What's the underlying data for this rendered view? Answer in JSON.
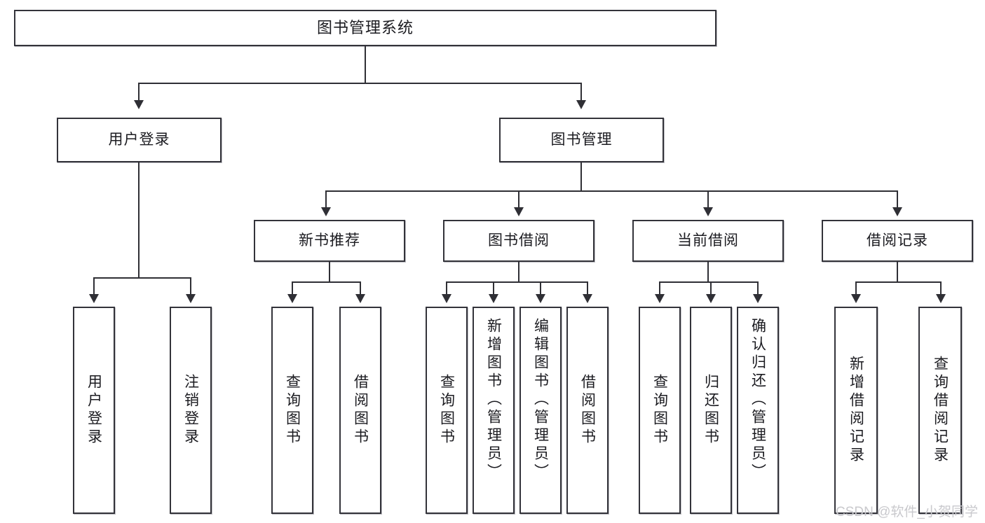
{
  "diagram": {
    "title": "图书管理系统",
    "type": "hierarchy-tree",
    "root": {
      "label": "图书管理系统"
    },
    "level2": [
      {
        "label": "用户登录"
      },
      {
        "label": "图书管理"
      }
    ],
    "level3": [
      {
        "label": "新书推荐"
      },
      {
        "label": "图书借阅"
      },
      {
        "label": "当前借阅"
      },
      {
        "label": "借阅记录"
      }
    ],
    "leaves": {
      "user_login": [
        {
          "label": "用户登录"
        },
        {
          "label": "注销登录"
        }
      ],
      "new_book_recommend": [
        {
          "label": "查询图书"
        },
        {
          "label": "借阅图书"
        }
      ],
      "book_borrow": [
        {
          "label": "查询图书"
        },
        {
          "label": "新增图书（管理员）"
        },
        {
          "label": "编辑图书（管理员）"
        },
        {
          "label": "借阅图书"
        }
      ],
      "current_borrow": [
        {
          "label": "查询图书"
        },
        {
          "label": "归还图书"
        },
        {
          "label": "确认归还（管理员）"
        }
      ],
      "borrow_record": [
        {
          "label": "新增借阅记录"
        },
        {
          "label": "查询借阅记录"
        }
      ]
    }
  },
  "watermark": {
    "text": "CSDN @软件_小贺同学"
  },
  "colors": {
    "box_border": "#33333a",
    "line": "#2f2f35",
    "text": "#1b1b20",
    "background": "#ffffff",
    "watermark": "#c9c9cd"
  }
}
